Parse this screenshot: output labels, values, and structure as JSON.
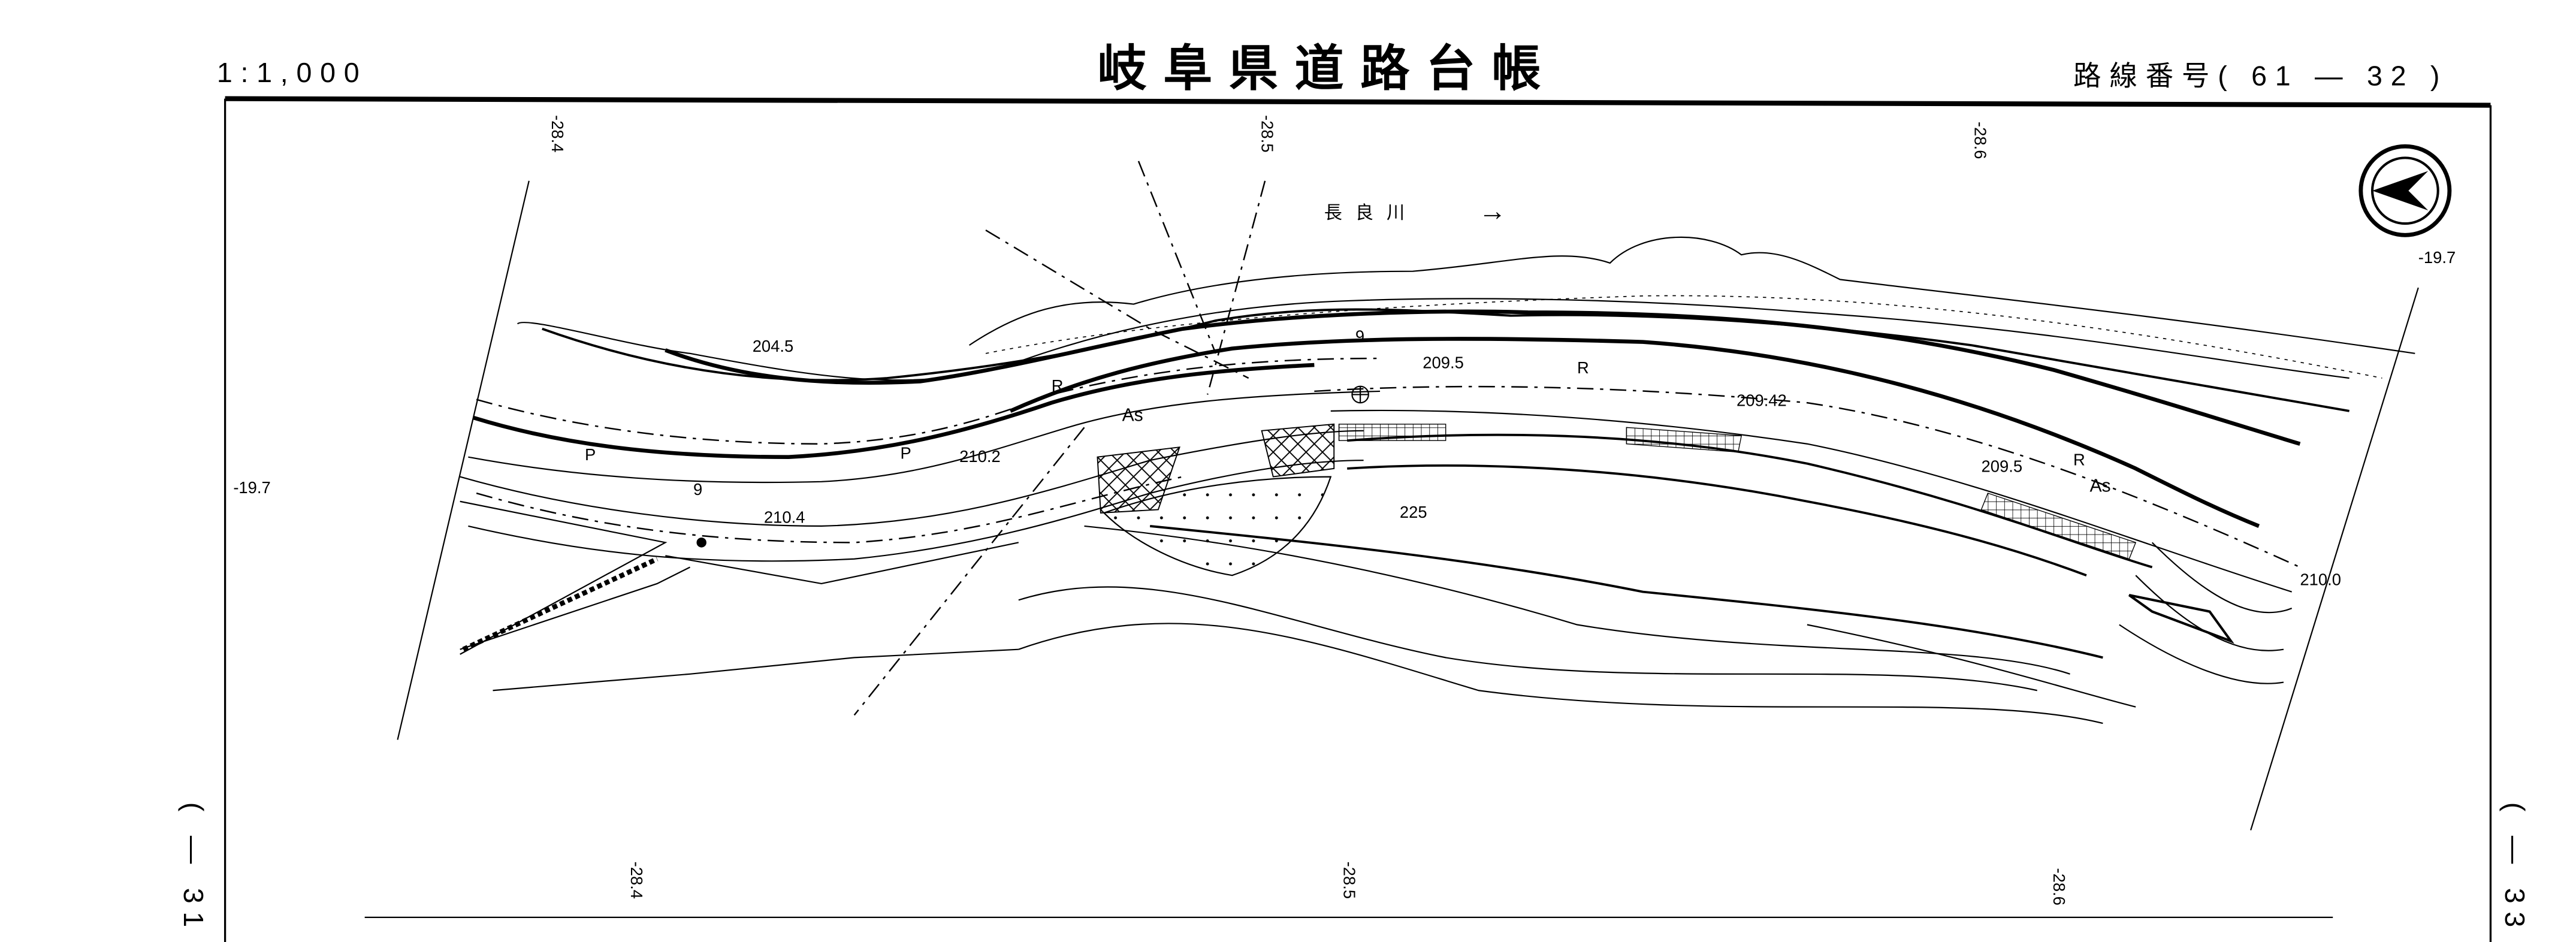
{
  "header": {
    "scale": "1:1,000",
    "title": "岐阜県道路台帳",
    "route_number": "路線番号( 61 — 32 )"
  },
  "sheet_refs": {
    "left": "( — 31 )",
    "right": "( — 33 )"
  },
  "grid_labels": {
    "top": [
      "-28.4",
      "-28.5",
      "-28.6"
    ],
    "bottom": [
      "-28.4",
      "-28.5",
      "-28.6"
    ],
    "left": "-19.7",
    "right": "-19.7"
  },
  "river": {
    "name": "長良川",
    "arrow": "→"
  },
  "elevations": [
    "204.5",
    "209.5",
    "209.42",
    "209.5",
    "210.2",
    "210.4",
    "210.0",
    "225"
  ],
  "symbols": {
    "revetment": "R",
    "asphalt": "As",
    "pavement": "P",
    "width": "9"
  },
  "north_arrow_icon": "compass-north-arrow"
}
